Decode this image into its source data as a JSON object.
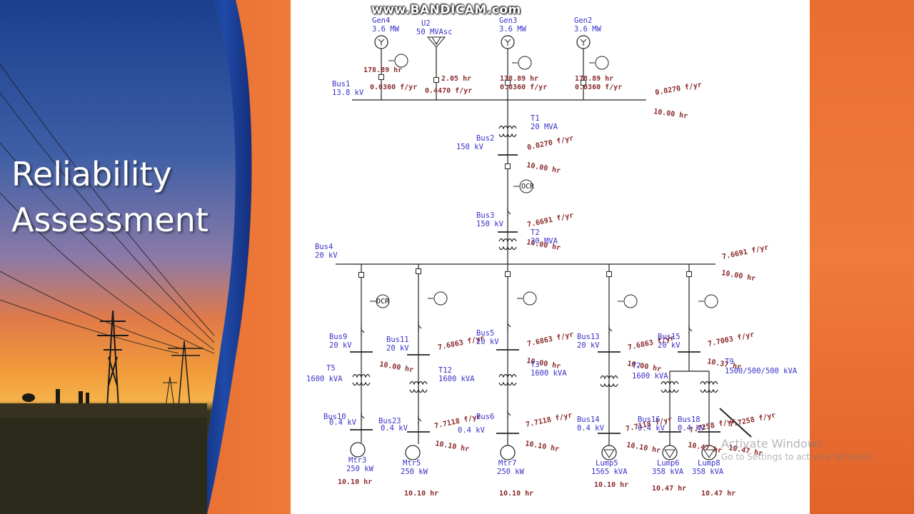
{
  "slide": {
    "title_line1": "Reliability",
    "title_line2": "Assessment"
  },
  "watermark": "www.BANDICAM.com",
  "activation": {
    "line1": "Activate Windows",
    "line2": "Go to Settings to activate Windows."
  },
  "colors": {
    "orange": "#e8702e",
    "blue_band": "#1c3f8f",
    "label_blue": "#3a32c8",
    "label_red": "#8b2a2a"
  },
  "diagram": {
    "top_sources": [
      {
        "name": "Gen4",
        "rating": "3.6 MW",
        "repair": "178.89 hr",
        "rate": "0.0360 f/yr"
      },
      {
        "name": "U2",
        "rating": "50 MVAsc",
        "repair": "2.05 hr",
        "rate": "0.4470 f/yr"
      },
      {
        "name": "Gen3",
        "rating": "3.6 MW",
        "repair": "178.89 hr",
        "rate": "0.0360 f/yr"
      },
      {
        "name": "Gen2",
        "rating": "3.6 MW",
        "repair": "178.89 hr",
        "rate": "0.0360 f/yr"
      }
    ],
    "bus1": {
      "name": "Bus1",
      "kv": "13.8 kV",
      "rate": "0.0270 f/yr",
      "repair": "10.00 hr"
    },
    "t1": {
      "name": "T1",
      "rating": "20 MVA"
    },
    "bus2": {
      "name": "Bus2",
      "kv": "150 kV",
      "rate": "0.0270 f/yr",
      "repair": "10.00 hr"
    },
    "bus3": {
      "name": "Bus3",
      "kv": "150 kV",
      "rate": "7.6691 f/yr",
      "repair": "10.00 hr"
    },
    "t2": {
      "name": "T2",
      "rating": "20 MVA"
    },
    "bus4": {
      "name": "Bus4",
      "kv": "20 kV",
      "rate": "7.6691 f/yr",
      "repair": "10.00 hr"
    },
    "ocr_label": "OCR",
    "feeders": [
      {
        "bus": "Bus9",
        "kv": "20 kV",
        "xf": "T5",
        "xf_rating": "1600 kVA",
        "lv_bus": "Bus10",
        "lv_kv": "0.4 kV",
        "load": "Mtr3",
        "load_rating": "250 kW",
        "load_repair": "10.10 hr"
      },
      {
        "bus": "Bus11",
        "kv": "20 kV",
        "rate": "7.6863 f/yr",
        "repair": "10.00 hr",
        "xf": "T12",
        "xf_rating": "1600 kVA",
        "lv_bus": "Bus23",
        "lv_kv": "0.4 kV",
        "lv_rate": "7.7118 f/yr",
        "lv_repair": "10.10 hr",
        "load": "Mtr5",
        "load_rating": "250 kW",
        "load_repair": "10.10 hr"
      },
      {
        "bus": "Bus5",
        "kv": "20 kV",
        "rate": "7.6863 f/yr",
        "repair": "10.00 hr",
        "xf": "T3",
        "xf_rating": "1600 kVA",
        "lv_bus": "Bus6",
        "lv_kv": "0.4 kV",
        "lv_rate": "7.7118 f/yr",
        "lv_repair": "10.10 hr",
        "load": "Mtr7",
        "load_rating": "250 kW",
        "load_repair": "10.10 hr"
      },
      {
        "bus": "Bus13",
        "kv": "20 kV",
        "rate": "7.6863 f/yr",
        "repair": "10.00 hr",
        "xf": "T7",
        "xf_rating": "1600 kVA",
        "lv_bus": "Bus14",
        "lv_kv": "0.4 kV",
        "lv_rate": "7.7118 f/yr",
        "lv_repair": "10.10 hr",
        "load": "Lump5",
        "load_rating": "1565 kVA",
        "load_repair": "10.10 hr"
      },
      {
        "bus": "Bus15",
        "kv": "20 kV",
        "rate": "7.7003 f/yr",
        "repair": "10.37 hr",
        "xf": "T9",
        "xf_rating": "1500/500/500 kVA",
        "lv_bus": "Bus16",
        "lv_kv": "0.4 kV",
        "lv_rate": "7.7258 f/yr",
        "lv_repair": "10.47 hr",
        "load": "Lump6",
        "load_rating": "358 kVA",
        "load_repair": "10.47 hr"
      },
      {
        "lv_bus": "Bus18",
        "lv_kv": "0.4 kV",
        "lv_rate": "7.7258 f/yr",
        "lv_repair": "10.47 hr",
        "load": "Lump8",
        "load_rating": "358 kVA",
        "load_repair": "10.47 hr"
      }
    ]
  }
}
